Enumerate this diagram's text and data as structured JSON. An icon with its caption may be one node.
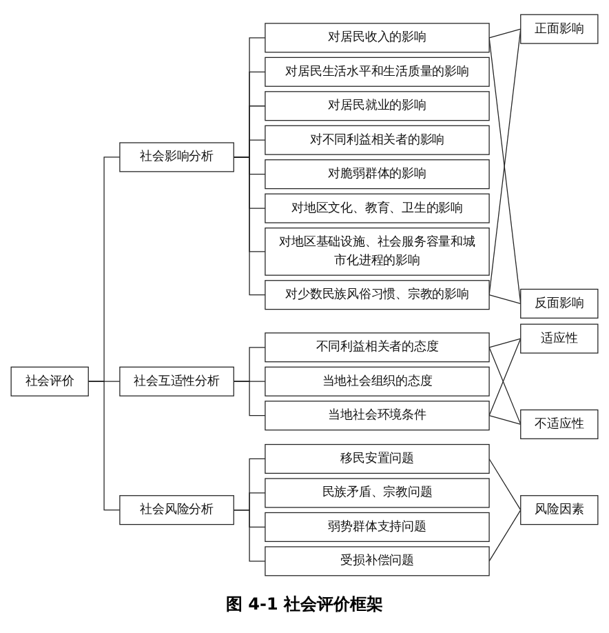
{
  "diagram": {
    "caption": "图 4-1 社会评价框架",
    "nodes": [
      {
        "text": [
          "社会评价"
        ]
      },
      {
        "text": [
          "社会影响分析"
        ]
      },
      {
        "text": [
          "对居民收入的影响"
        ]
      },
      {
        "text": [
          "对居民生活水平和生活质量的影响"
        ]
      },
      {
        "text": [
          "对居民就业的影响"
        ]
      },
      {
        "text": [
          "对不同利益相关者的影响"
        ]
      },
      {
        "text": [
          "对脆弱群体的影响"
        ]
      },
      {
        "text": [
          "对地区文化、教育、卫生的影响"
        ]
      },
      {
        "text": [
          "对地区基础设施、社会服务容量和城市化进程的影响"
        ]
      },
      {
        "text": [
          "对少数民族风俗习惯、宗教的影响"
        ]
      },
      {
        "text": [
          "正面影响"
        ]
      },
      {
        "text": [
          "反面影响"
        ]
      },
      {
        "text": [
          "社会互适性分析"
        ]
      },
      {
        "text": [
          "不同利益相关者的态度"
        ]
      },
      {
        "text": [
          "当地社会组织的态度"
        ]
      },
      {
        "text": [
          "当地社会环境条件"
        ]
      },
      {
        "text": [
          "适应性"
        ]
      },
      {
        "text": [
          "不适应性"
        ]
      },
      {
        "text": [
          "社会风险分析"
        ]
      },
      {
        "text": [
          "移民安置问题"
        ]
      },
      {
        "text": [
          "民族矛盾、宗教问题"
        ]
      },
      {
        "text": [
          "弱势群体支持问题"
        ]
      },
      {
        "text": [
          "受损补偿问题"
        ]
      },
      {
        "text": [
          "风险因素"
        ]
      }
    ],
    "edges": [
      {
        "from": 0,
        "to": 1,
        "arrow": "none"
      },
      {
        "from": 0,
        "to": 12,
        "arrow": "none"
      },
      {
        "from": 0,
        "to": 18,
        "arrow": "none"
      },
      {
        "from": 1,
        "to": 2,
        "arrow": "none"
      },
      {
        "from": 1,
        "to": 3,
        "arrow": "none"
      },
      {
        "from": 1,
        "to": 4,
        "arrow": "none"
      },
      {
        "from": 1,
        "to": 5,
        "arrow": "none"
      },
      {
        "from": 1,
        "to": 6,
        "arrow": "none"
      },
      {
        "from": 1,
        "to": 7,
        "arrow": "none"
      },
      {
        "from": 1,
        "to": 8,
        "arrow": "none"
      },
      {
        "from": 1,
        "to": 9,
        "arrow": "none"
      },
      {
        "from": 2,
        "to": 10,
        "arrow": "none"
      },
      {
        "from": 2,
        "to": 11,
        "arrow": "none"
      },
      {
        "from": 9,
        "to": 10,
        "arrow": "none"
      },
      {
        "from": 9,
        "to": 11,
        "arrow": "none"
      },
      {
        "from": 12,
        "to": 13,
        "arrow": "none"
      },
      {
        "from": 12,
        "to": 14,
        "arrow": "none"
      },
      {
        "from": 12,
        "to": 15,
        "arrow": "none"
      },
      {
        "from": 13,
        "to": 16,
        "arrow": "none"
      },
      {
        "from": 13,
        "to": 17,
        "arrow": "none"
      },
      {
        "from": 15,
        "to": 16,
        "arrow": "none"
      },
      {
        "from": 15,
        "to": 17,
        "arrow": "none"
      },
      {
        "from": 18,
        "to": 19,
        "arrow": "none"
      },
      {
        "from": 18,
        "to": 20,
        "arrow": "none"
      },
      {
        "from": 18,
        "to": 21,
        "arrow": "none"
      },
      {
        "from": 18,
        "to": 22,
        "arrow": "none"
      },
      {
        "from": 19,
        "to": 23,
        "arrow": "none"
      },
      {
        "from": 22,
        "to": 23,
        "arrow": "none"
      }
    ]
  }
}
